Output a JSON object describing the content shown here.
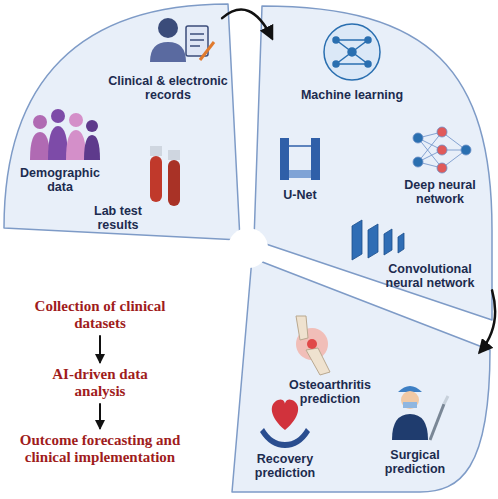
{
  "diagram": {
    "nodes": [
      {
        "text": [
          "Clinical & electronic records",
          "Demographic data",
          "Lab test results"
        ]
      },
      {
        "text": [
          "Machine learning",
          "U-Net",
          "Deep neural network",
          "Convolutional neural network"
        ]
      },
      {
        "text": [
          "Osteoarthritis prediction",
          "Recovery prediction",
          "Surgical prediction"
        ]
      },
      {
        "text": [
          "Collection of clinical datasets"
        ]
      },
      {
        "text": [
          "AI-driven data analysis"
        ]
      },
      {
        "text": [
          "Outcome forecasting and clinical implementation"
        ]
      }
    ],
    "edges": [
      {
        "from": 0,
        "to": 1,
        "arrow": "to"
      },
      {
        "from": 1,
        "to": 2,
        "arrow": "to"
      },
      {
        "from": 3,
        "to": 4,
        "arrow": "to"
      },
      {
        "from": 4,
        "to": 5,
        "arrow": "to"
      }
    ]
  }
}
